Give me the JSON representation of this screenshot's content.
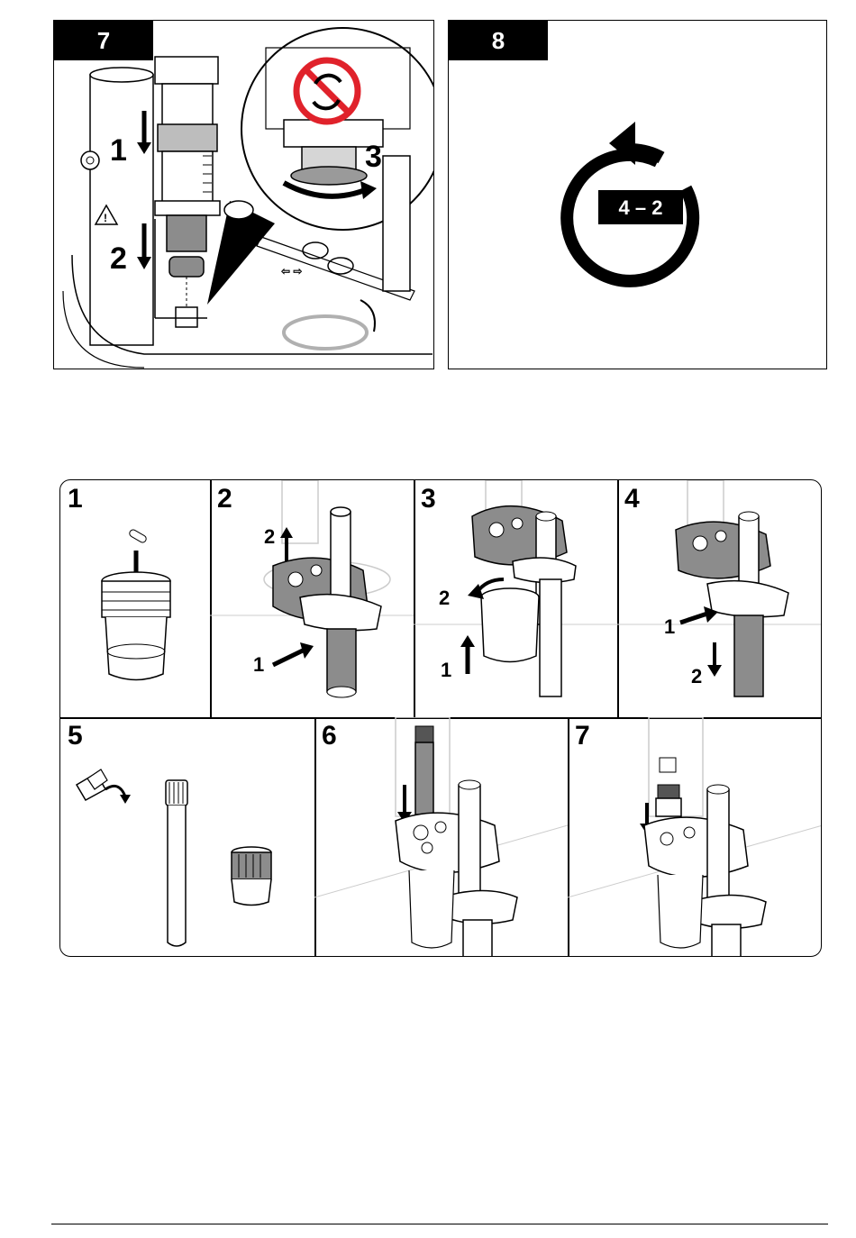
{
  "top_panels": [
    {
      "step": "7",
      "labels": {
        "a": "1",
        "b": "2",
        "c": "3"
      }
    },
    {
      "step": "8",
      "loop_badge": "4 – 2"
    }
  ],
  "bottom_grid": {
    "cells": [
      {
        "step": "1"
      },
      {
        "step": "2",
        "labels": {
          "a": "2",
          "b": "1"
        }
      },
      {
        "step": "3",
        "labels": {
          "a": "2",
          "b": "1"
        }
      },
      {
        "step": "4",
        "labels": {
          "a": "1",
          "b": "2"
        }
      },
      {
        "step": "5"
      },
      {
        "step": "6"
      },
      {
        "step": "7"
      }
    ]
  },
  "colors": {
    "line": "#000000",
    "gray": "#7d7d7d",
    "lightgray": "#cfcfcf",
    "red": "#e0222b",
    "ring": "#b0b0b0"
  }
}
